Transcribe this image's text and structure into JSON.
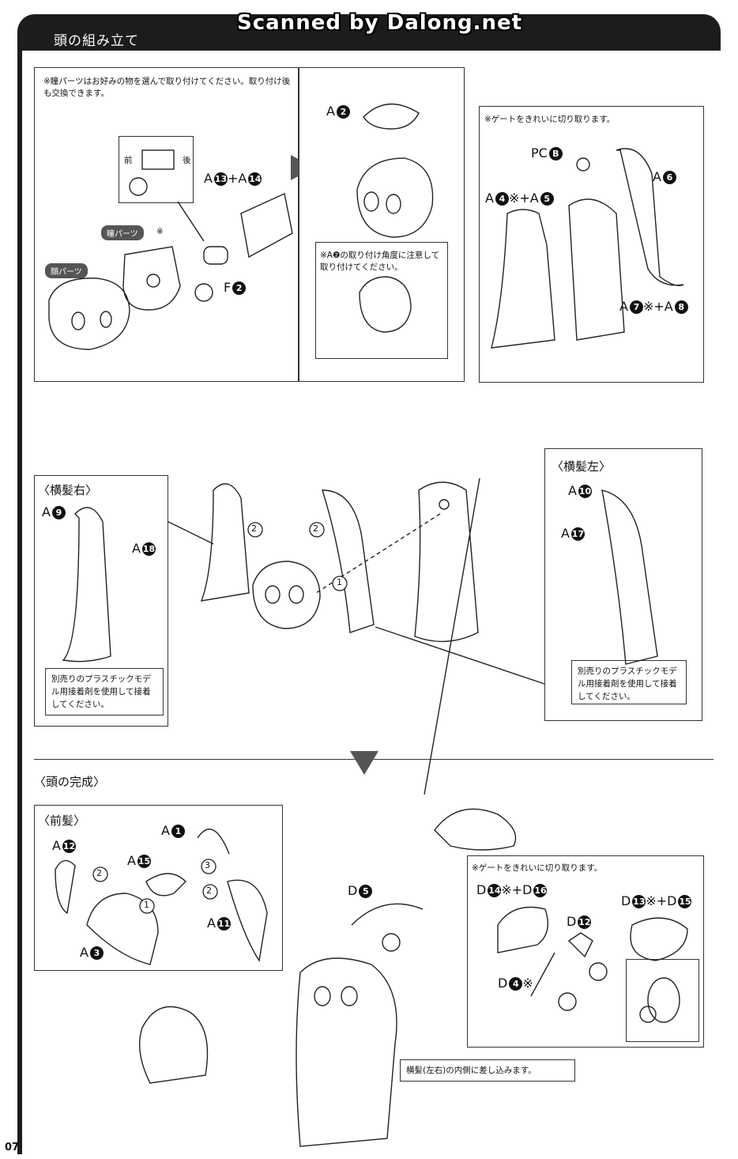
{
  "header": {
    "title": "頭の組み立て",
    "watermark": "Scanned by Dalong.net"
  },
  "panel1": {
    "note": "※瞳パーツはお好みの物を選んで取り付けてください。取り付け後も交換できます。",
    "front": "前",
    "back": "後",
    "parts_a13": "A",
    "n13": "13",
    "plus": "+A",
    "n14": "14",
    "f_part": "F",
    "f_num": "2",
    "eye_tag": "瞳パーツ",
    "eye_mark": "※",
    "face_tag": "顔パーツ"
  },
  "panel2": {
    "a_label": "A",
    "a_num": "2",
    "note": "※A❷の取り付け角度に注意して取り付けてください。"
  },
  "panel3": {
    "note": "※ゲートをきれいに切り取ります。",
    "pc_label": "PC",
    "pc_num": "B",
    "a6_label": "A",
    "a6_num": "6",
    "a45_label": "A",
    "a4_num": "4",
    "a45_plus": "※+A",
    "a5_num": "5",
    "a78_label": "A",
    "a7_num": "7",
    "a78_plus": "※+A",
    "a8_num": "8"
  },
  "panel_right_side": {
    "title": "〈横髪右〉",
    "a9_label": "A",
    "a9_num": "9",
    "a18_label": "A",
    "a18_num": "18",
    "glue_note": "別売りのプラスチックモデル用接着剤を使用して接着してください。"
  },
  "panel_left_side": {
    "title": "〈横髪左〉",
    "a10_label": "A",
    "a10_num": "10",
    "a17_label": "A",
    "a17_num": "17",
    "glue_note": "別売りのプラスチックモデル用接着剤を使用して接着してください。"
  },
  "steps": {
    "s1": "1",
    "s2": "2",
    "s3": "3"
  },
  "completion": {
    "title": "〈頭の完成〉",
    "front_hair": {
      "title": "〈前髪〉",
      "a12_label": "A",
      "a12_num": "12",
      "a1_label": "A",
      "a1_num": "1",
      "a15_label": "A",
      "a15_num": "15",
      "a11_label": "A",
      "a11_num": "11",
      "a3_label": "A",
      "a3_num": "3"
    },
    "d5_label": "D",
    "d5_num": "5",
    "insert_note": "横髪(左右)の内側に差し込みます。",
    "gate_panel": {
      "note": "※ゲートをきれいに切り取ります。",
      "d14_label": "D",
      "d14_num": "14",
      "d14_plus": "※+D",
      "d16_num": "16",
      "d13_label": "D",
      "d13_num": "13",
      "d13_plus": "※+D",
      "d15_num": "15",
      "d12_label": "D",
      "d12_num": "12",
      "d4_label": "D",
      "d4_num": "4",
      "d4_mark": "※"
    }
  },
  "page_number": "07"
}
